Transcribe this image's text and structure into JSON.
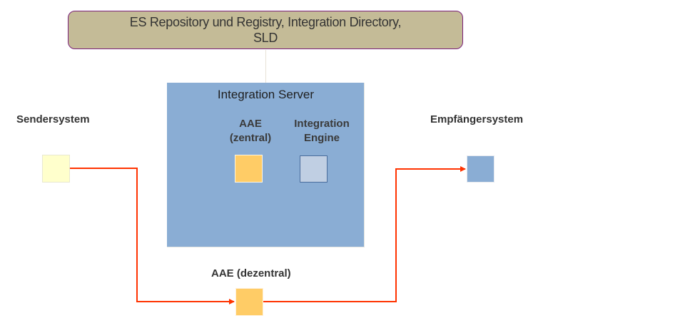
{
  "top_box": {
    "line1": "ES Repository und Registry, Integration Directory,",
    "line2": "SLD"
  },
  "integration_server": {
    "title": "Integration Server",
    "aae_central": {
      "line1": "AAE",
      "line2": "(zentral)"
    },
    "integration_engine": {
      "line1": "Integration",
      "line2": "Engine"
    }
  },
  "sender": {
    "label": "Sendersystem"
  },
  "receiver": {
    "label": "Empfängersystem"
  },
  "aae_decentral": {
    "label": "AAE (dezentral)"
  },
  "colors": {
    "top_box_fill": "#c4bb97",
    "top_box_border": "#7a1f7a",
    "server_fill": "#8aadd4",
    "sender_fill": "#ffffcc",
    "aae_fill": "#ffcc66",
    "engine_fill": "#c0cfe3",
    "receiver_fill": "#8aadd4",
    "flow_line": "#ff3300"
  },
  "flow": [
    {
      "from": "sender-system",
      "to": "aae-decentral"
    },
    {
      "from": "aae-decentral",
      "to": "receiver-system"
    }
  ]
}
